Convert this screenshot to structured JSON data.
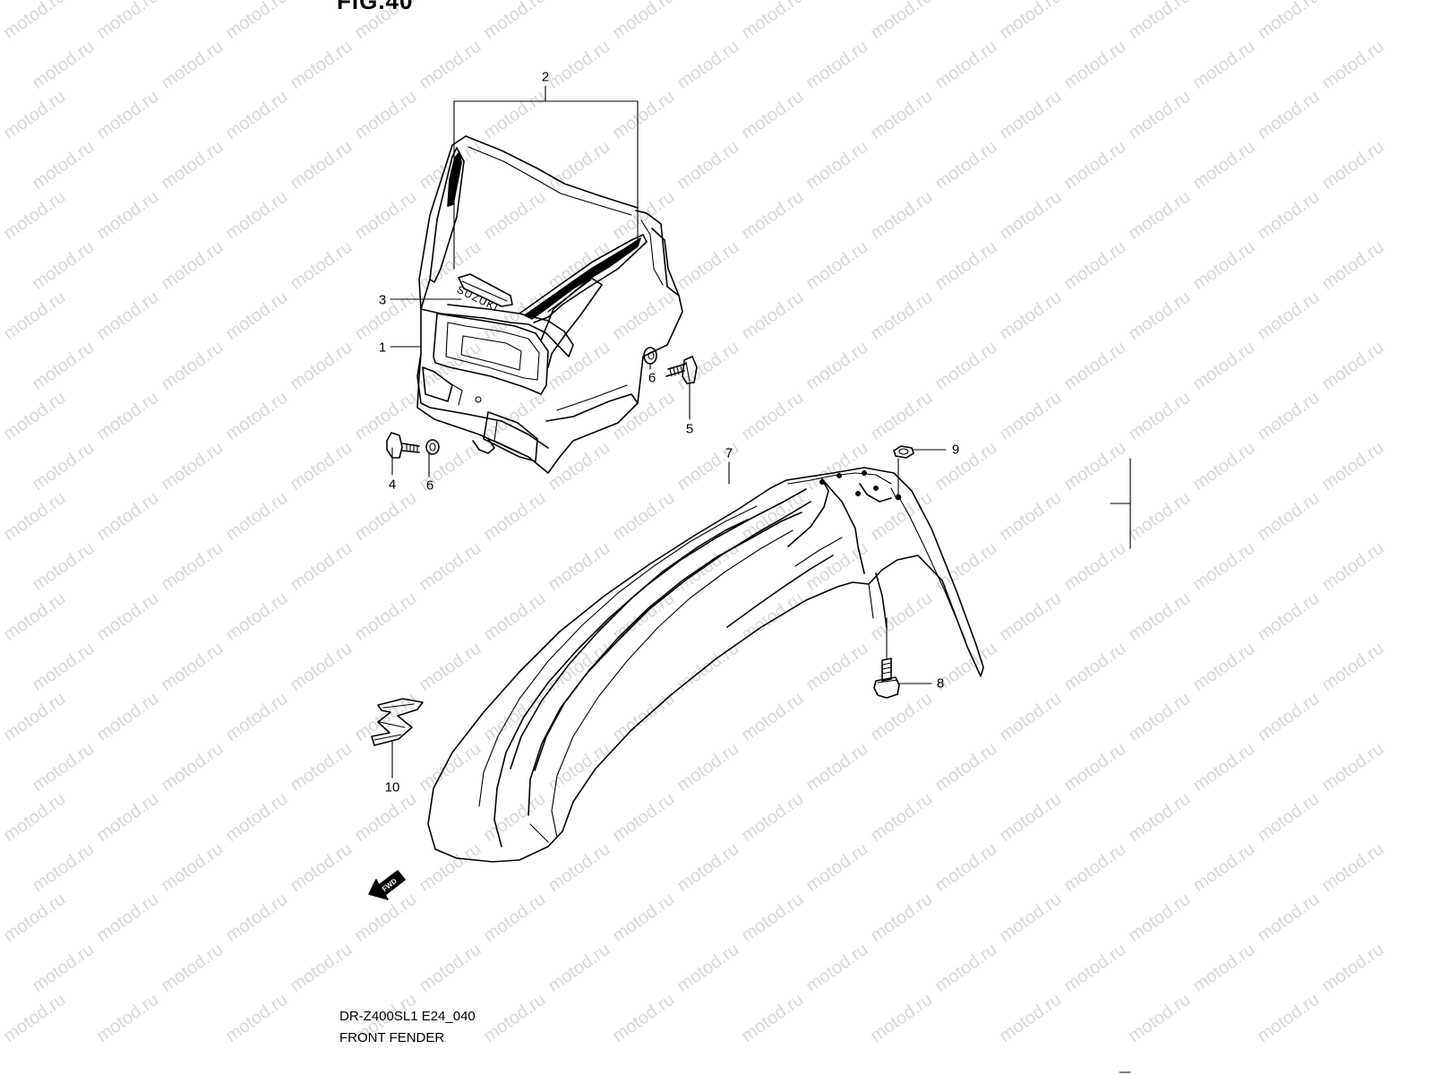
{
  "figure": {
    "title": "FIG.40"
  },
  "watermark": "motod.ru",
  "footer": {
    "model_code": "DR-Z400SL1 E24_040",
    "section_title": "FRONT FENDER"
  },
  "brand_text": {
    "visor_logo": "SUZUKI",
    "direction_arrow": "FWD"
  },
  "callouts": [
    "1",
    "2",
    "3",
    "4",
    "5",
    "6",
    "6",
    "7",
    "8",
    "9",
    "10"
  ]
}
